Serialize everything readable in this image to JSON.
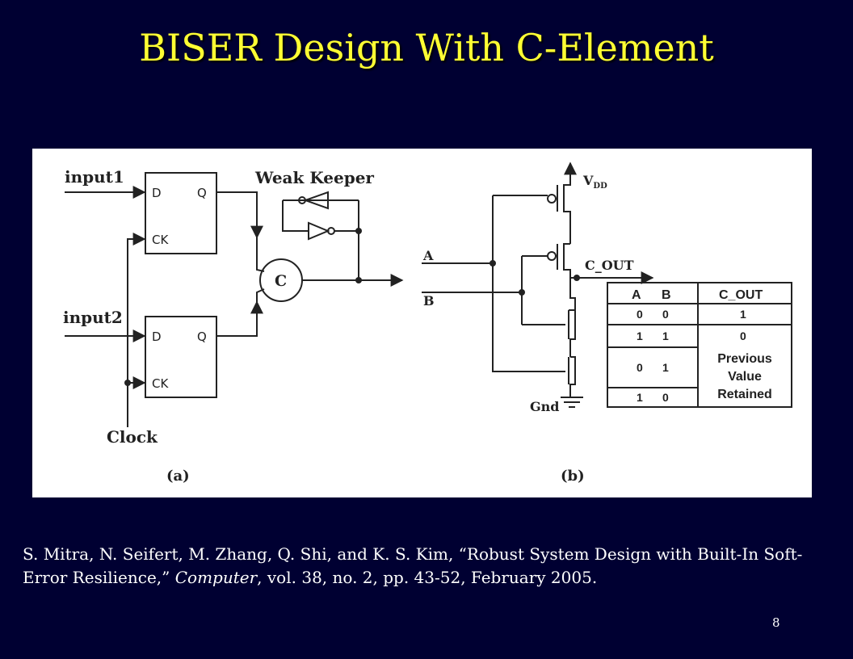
{
  "slide": {
    "title": "BISER Design With C-Element",
    "page_number": "8"
  },
  "figure_a": {
    "input1": "input1",
    "input2": "input2",
    "clock": "Clock",
    "weak_keeper": "Weak Keeper",
    "ff_d": "D",
    "ff_q": "Q",
    "ff_ck": "CK",
    "c_element": "C",
    "caption": "(a)"
  },
  "figure_b": {
    "vdd": "V",
    "vdd_sub": "DD",
    "gnd": "Gnd",
    "a": "A",
    "b": "B",
    "c_out": "C_OUT",
    "caption": "(b)",
    "truth_table": {
      "headers": [
        "A",
        "B",
        "C_OUT"
      ],
      "rows": [
        {
          "a": "0",
          "b": "0",
          "out": "1"
        },
        {
          "a": "1",
          "b": "1",
          "out": "0"
        },
        {
          "a": "0",
          "b": "1"
        },
        {
          "a": "1",
          "b": "0"
        }
      ],
      "merged_out": [
        "Previous",
        "Value",
        "Retained"
      ]
    }
  },
  "citation": {
    "authors": "S. Mitra, N. Seifert, M. Zhang, Q. Shi, and K. S. Kim, “Robust System Design with Built-In Soft-Error Resilience,”",
    "journal": "Computer",
    "details": ", vol. 38, no. 2, pp. 43-52, February 2005."
  }
}
